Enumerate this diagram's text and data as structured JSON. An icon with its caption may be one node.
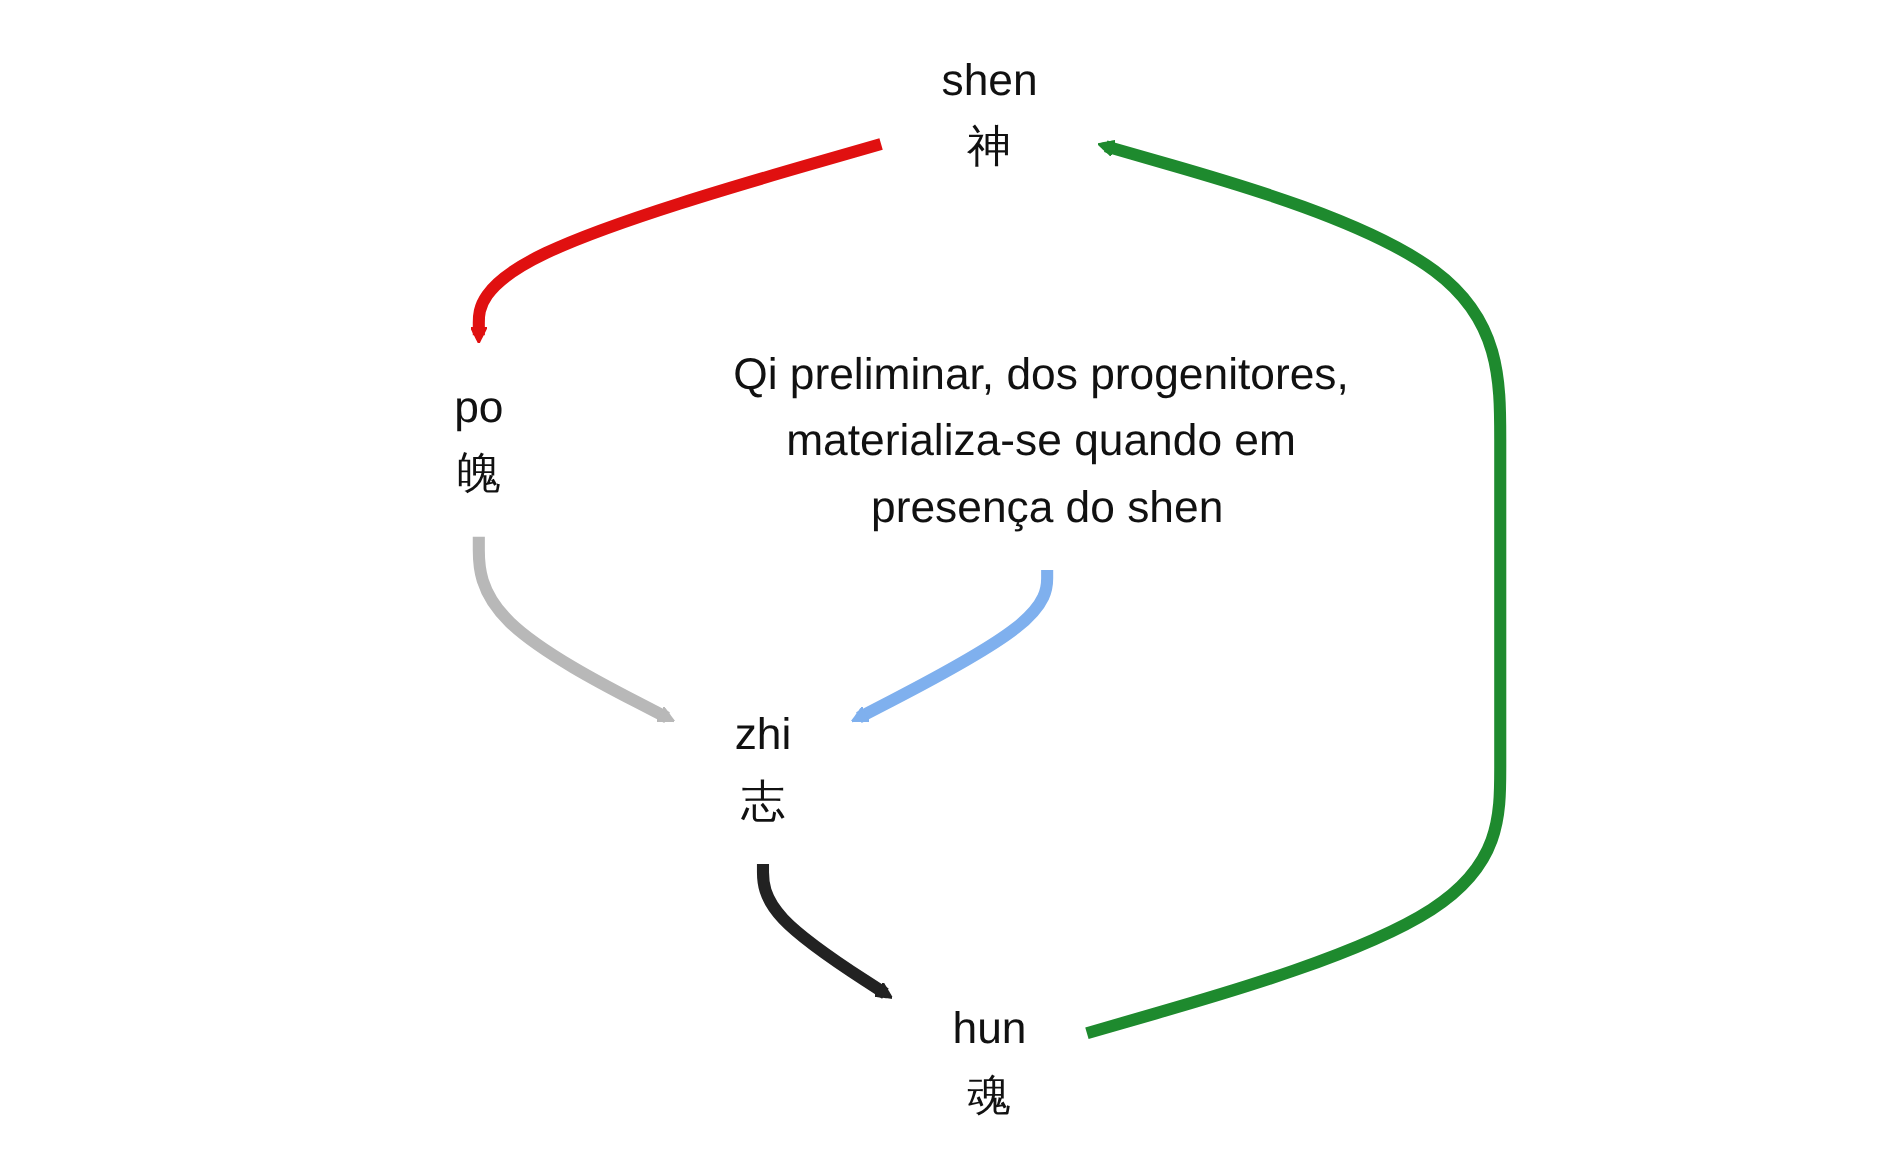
{
  "diagram": {
    "nodes": [
      {
        "text": [
          "shen",
          "神"
        ]
      },
      {
        "text": [
          "po",
          "魄"
        ]
      },
      {
        "text": [
          "zhi",
          "志"
        ]
      },
      {
        "text": [
          "hun",
          "魂"
        ]
      },
      {
        "text": [
          "Qi preliminar, dos progenitores, materializa-se quando em presença do shen"
        ]
      }
    ],
    "edges": [
      {
        "from": 3,
        "to": 0,
        "arrow": "to",
        "color": "#1e8a2e"
      },
      {
        "from": 0,
        "to": 1,
        "arrow": "to",
        "color": "#e01010"
      },
      {
        "from": 1,
        "to": 2,
        "arrow": "to",
        "color": "#b8b8b8"
      },
      {
        "from": 2,
        "to": 3,
        "arrow": "to",
        "color": "#222222"
      },
      {
        "from": 4,
        "to": 2,
        "arrow": "to",
        "color": "#7fb0ee"
      }
    ]
  }
}
